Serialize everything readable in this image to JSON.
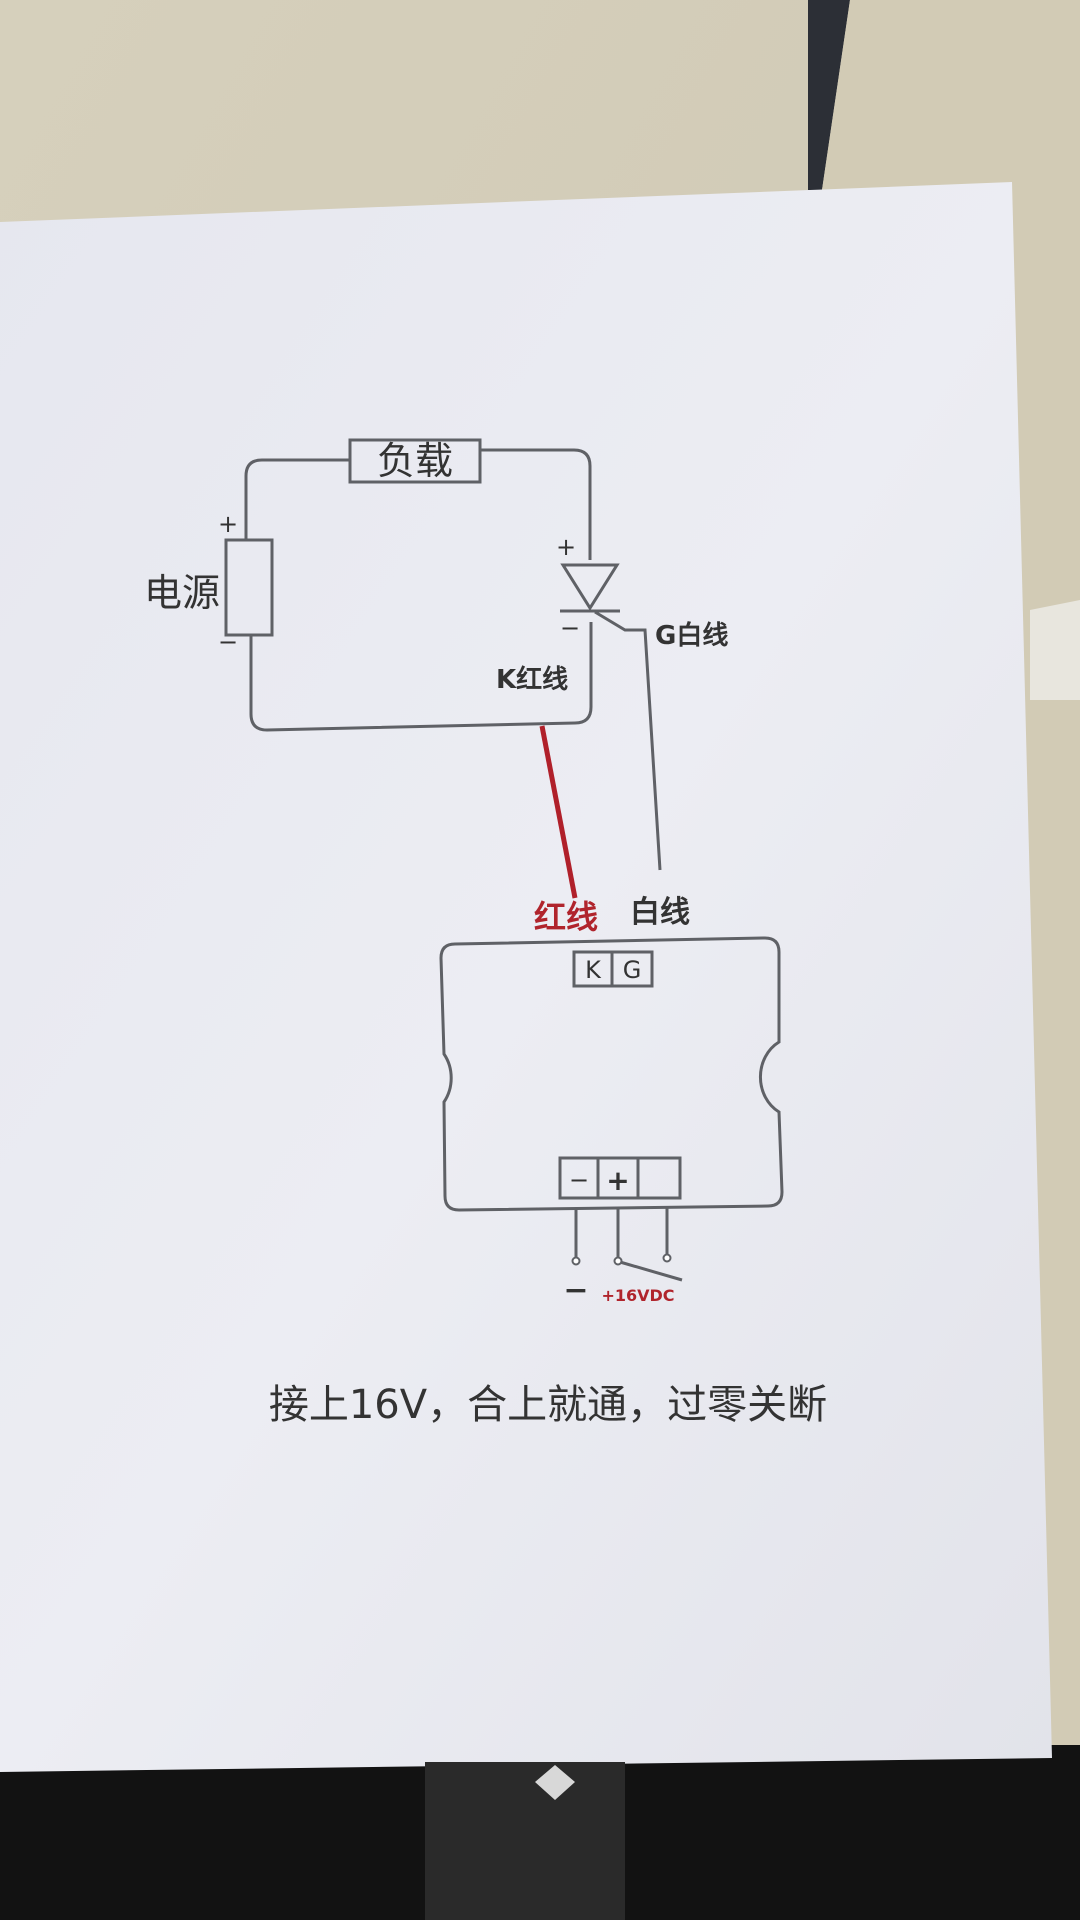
{
  "circuit": {
    "load_label": "负载",
    "power_label": "电源",
    "plus_sign": "+",
    "minus_sign": "−",
    "gate_wire_label": "G白线",
    "cathode_wire_label": "K红线"
  },
  "module": {
    "red_wire_label": "红线",
    "white_wire_label": "白线",
    "terminal_k": "K",
    "terminal_g": "G",
    "terminal_minus": "−",
    "terminal_plus": "+",
    "pin_minus_label": "−",
    "pin_voltage_label": "+16VDC"
  },
  "caption": "接上16V，合上就通，过零关断",
  "colors": {
    "paper": "#e9eaf1",
    "line": "#5f6166",
    "red_wire": "#b0202a",
    "red_text": "#b0242c",
    "background_wall": "#d9d3c2",
    "background_dark": "#121212"
  }
}
